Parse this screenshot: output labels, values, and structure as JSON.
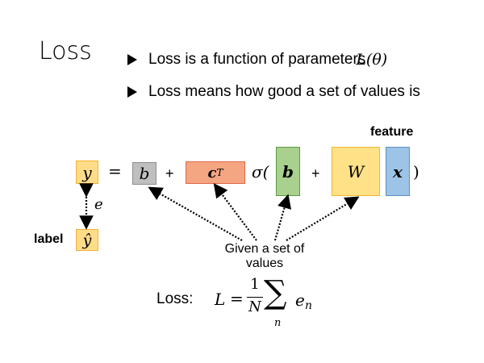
{
  "slide": {
    "title": "Loss",
    "bullets": [
      {
        "text": "Loss is a function of parameters",
        "math": "L(θ)"
      },
      {
        "text": "Loss means how good a set of values is",
        "math": ""
      }
    ]
  },
  "equation": {
    "y": "y",
    "equals": "=",
    "b": "b",
    "plus1": "+",
    "cT_base": "c",
    "cT_sup": "T",
    "sigma_open": "σ(",
    "b_vec": "b",
    "plus2": "+",
    "W": "W",
    "x": "x",
    "close": ")"
  },
  "labels": {
    "feature": "feature",
    "label": "label",
    "y_hat": "ŷ",
    "e": "e",
    "given_line1": "Given a set of",
    "given_line2": "values"
  },
  "loss_formula": {
    "prefix": "Loss:",
    "L": "L",
    "eq": "=",
    "numerator": "1",
    "denominator": "N",
    "sum": "∑",
    "sum_index": "n",
    "term": "e",
    "term_sub": "n"
  },
  "colors": {
    "yellow_fill": "#fedc8a",
    "yellow_border": "#f2b32f",
    "gray_fill": "#bfbfbf",
    "gray_border": "#8e8e8e",
    "salmon_fill": "#f4a582",
    "salmon_border": "#e0694a",
    "green_fill": "#a9d08e",
    "green_border": "#5a9a3c",
    "wyellow_fill": "#ffe188",
    "wyellow_border": "#f0b630",
    "blue_fill": "#9dc3e6",
    "blue_border": "#5b8fc9"
  }
}
